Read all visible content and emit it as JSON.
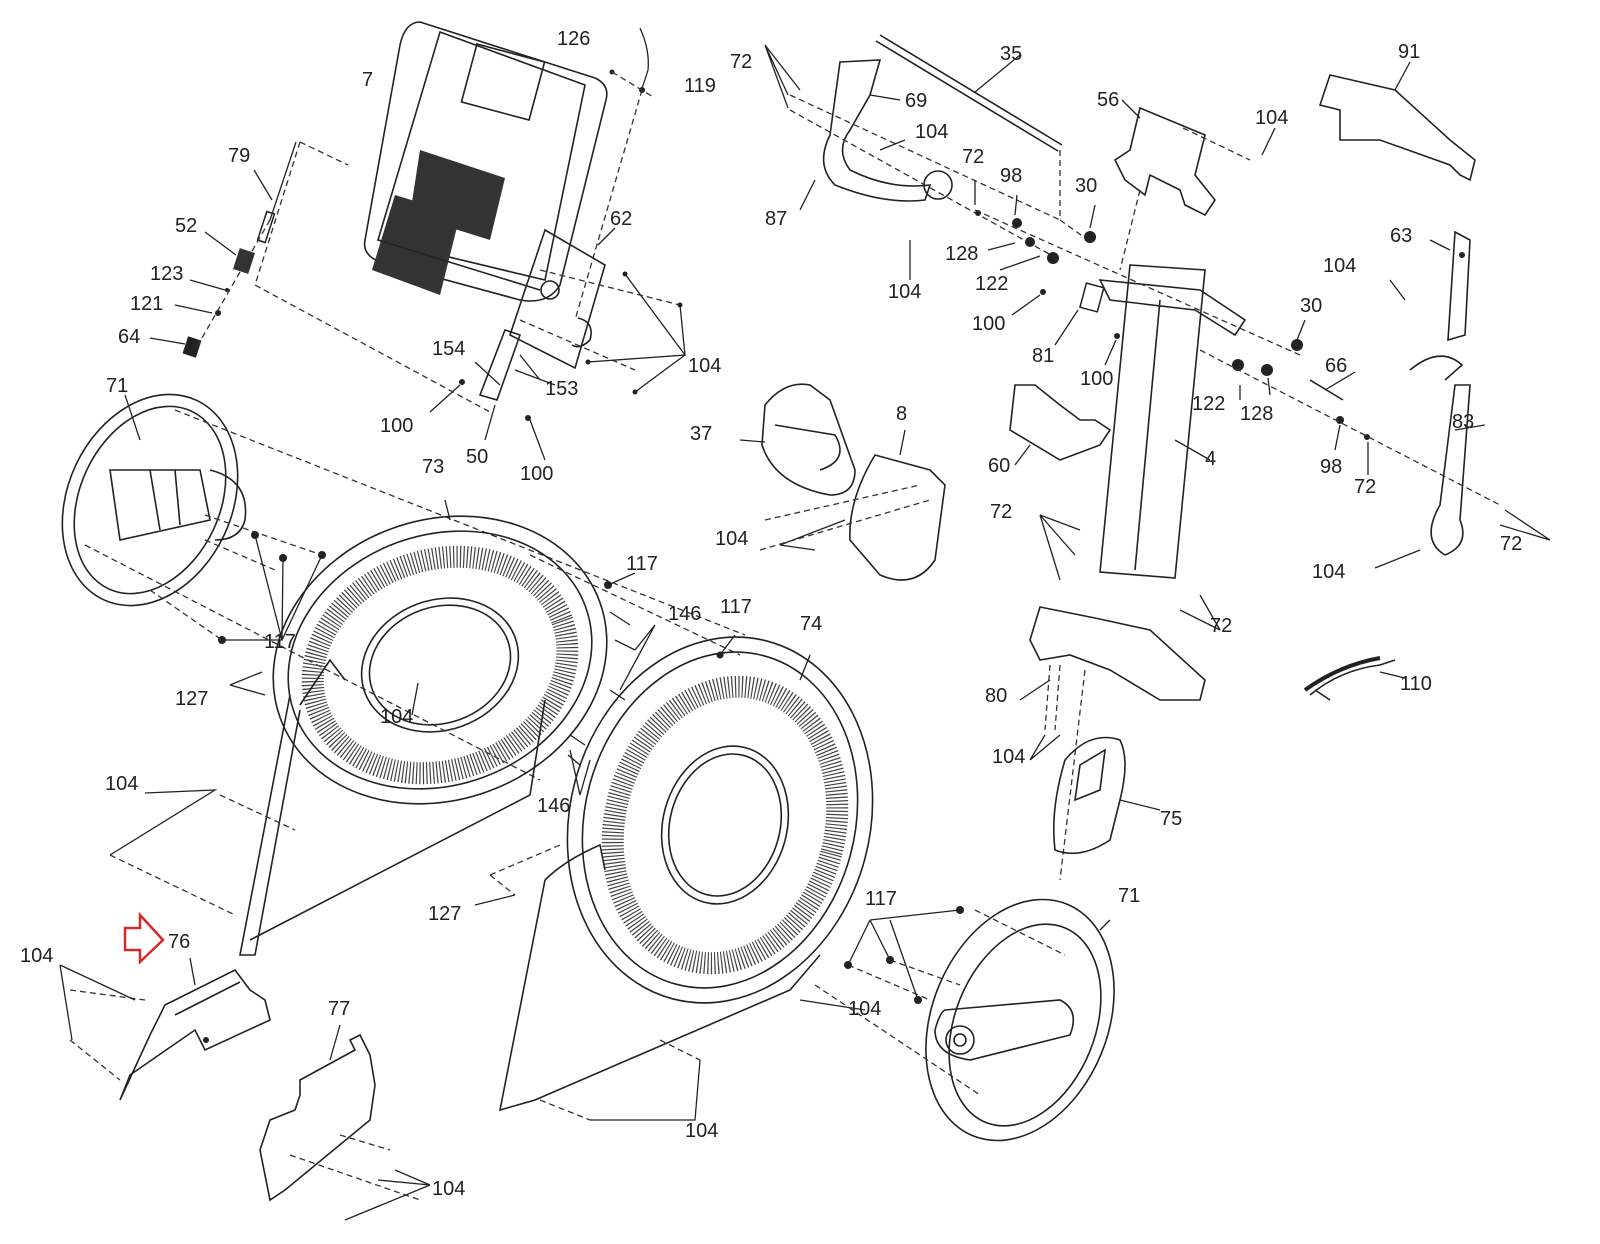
{
  "diagram": {
    "title": "Exploded parts diagram",
    "highlight": {
      "label": "76",
      "arrow_color": "#d42a2a",
      "arrow_icon": "right-arrow-outline"
    },
    "labels": [
      {
        "id": "l7",
        "text": "7"
      },
      {
        "id": "l126",
        "text": "126"
      },
      {
        "id": "l119",
        "text": "119"
      },
      {
        "id": "l79",
        "text": "79"
      },
      {
        "id": "l52",
        "text": "52"
      },
      {
        "id": "l123",
        "text": "123"
      },
      {
        "id": "l121",
        "text": "121"
      },
      {
        "id": "l64",
        "text": "64"
      },
      {
        "id": "l62",
        "text": "62"
      },
      {
        "id": "l104a",
        "text": "104"
      },
      {
        "id": "l154",
        "text": "154"
      },
      {
        "id": "l153",
        "text": "153"
      },
      {
        "id": "l100a",
        "text": "100"
      },
      {
        "id": "l50",
        "text": "50"
      },
      {
        "id": "l100b",
        "text": "100"
      },
      {
        "id": "l71a",
        "text": "71"
      },
      {
        "id": "l73",
        "text": "73"
      },
      {
        "id": "l117a",
        "text": "117"
      },
      {
        "id": "l117b",
        "text": "117"
      },
      {
        "id": "l146a",
        "text": "146"
      },
      {
        "id": "l117c",
        "text": "117"
      },
      {
        "id": "l127a",
        "text": "127"
      },
      {
        "id": "l104b",
        "text": "104"
      },
      {
        "id": "l146b",
        "text": "146"
      },
      {
        "id": "l104c",
        "text": "104"
      },
      {
        "id": "l76",
        "text": "76"
      },
      {
        "id": "l104d",
        "text": "104"
      },
      {
        "id": "l77",
        "text": "77"
      },
      {
        "id": "l104e",
        "text": "104"
      },
      {
        "id": "l127b",
        "text": "127"
      },
      {
        "id": "l74",
        "text": "74"
      },
      {
        "id": "l104f",
        "text": "104"
      },
      {
        "id": "l117d",
        "text": "117"
      },
      {
        "id": "l104g",
        "text": "104"
      },
      {
        "id": "l71b",
        "text": "71"
      },
      {
        "id": "l72a",
        "text": "72"
      },
      {
        "id": "l69",
        "text": "69"
      },
      {
        "id": "l35",
        "text": "35"
      },
      {
        "id": "l104h",
        "text": "104"
      },
      {
        "id": "l87",
        "text": "87"
      },
      {
        "id": "l72b",
        "text": "72"
      },
      {
        "id": "l98a",
        "text": "98"
      },
      {
        "id": "l30a",
        "text": "30"
      },
      {
        "id": "l56",
        "text": "56"
      },
      {
        "id": "l104i",
        "text": "104"
      },
      {
        "id": "l91",
        "text": "91"
      },
      {
        "id": "l128a",
        "text": "128"
      },
      {
        "id": "l104j",
        "text": "104"
      },
      {
        "id": "l122a",
        "text": "122"
      },
      {
        "id": "l100c",
        "text": "100"
      },
      {
        "id": "l81",
        "text": "81"
      },
      {
        "id": "l100d",
        "text": "100"
      },
      {
        "id": "l63",
        "text": "63"
      },
      {
        "id": "l104k",
        "text": "104"
      },
      {
        "id": "l30b",
        "text": "30"
      },
      {
        "id": "l66",
        "text": "66"
      },
      {
        "id": "l122b",
        "text": "122"
      },
      {
        "id": "l128b",
        "text": "128"
      },
      {
        "id": "l83",
        "text": "83"
      },
      {
        "id": "l98b",
        "text": "98"
      },
      {
        "id": "l72c",
        "text": "72"
      },
      {
        "id": "l37",
        "text": "37"
      },
      {
        "id": "l8",
        "text": "8"
      },
      {
        "id": "l104l",
        "text": "104"
      },
      {
        "id": "l60",
        "text": "60"
      },
      {
        "id": "l4",
        "text": "4"
      },
      {
        "id": "l72d",
        "text": "72"
      },
      {
        "id": "l72e",
        "text": "72"
      },
      {
        "id": "l72f",
        "text": "72"
      },
      {
        "id": "l104m",
        "text": "104"
      },
      {
        "id": "l80",
        "text": "80"
      },
      {
        "id": "l104n",
        "text": "104"
      },
      {
        "id": "l110",
        "text": "110"
      },
      {
        "id": "l75",
        "text": "75"
      }
    ]
  }
}
